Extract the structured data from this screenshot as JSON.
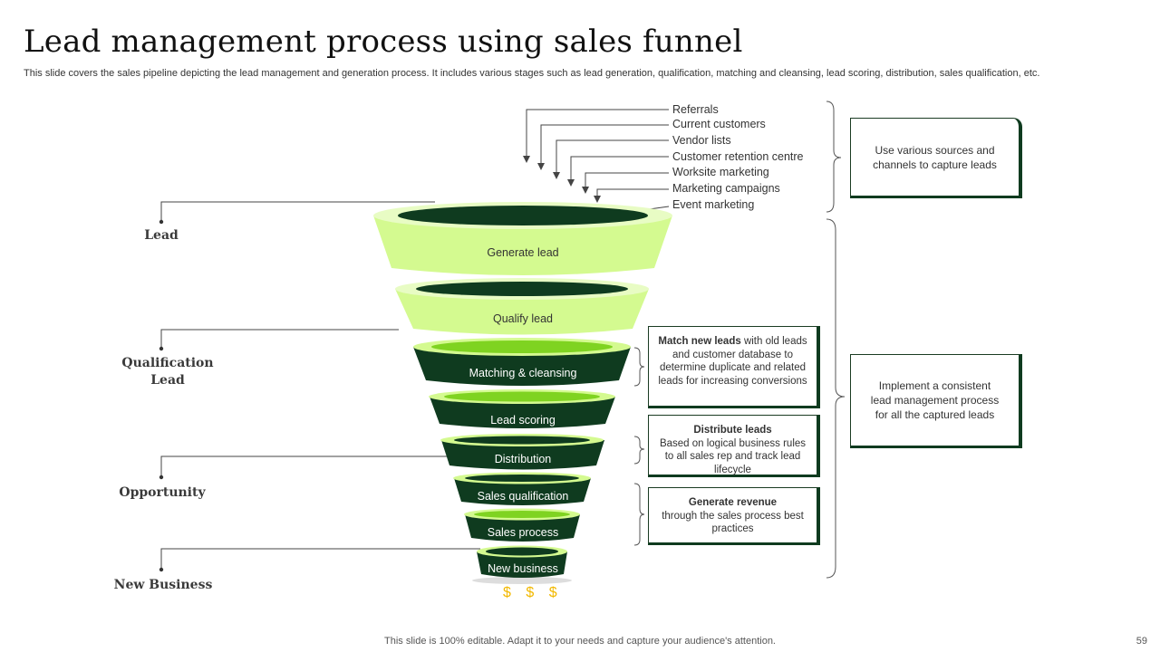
{
  "title": "Lead management process using sales funnel",
  "subtitle": "This slide covers the sales pipeline depicting the lead management and generation process. It includes various stages such as lead generation, qualification, matching and cleansing, lead scoring, distribution, sales qualification, etc.",
  "stages_left": [
    "Lead",
    "Qualification\nLead",
    "Opportunity",
    "New Business"
  ],
  "sources": [
    "Referrals",
    "Current  customers",
    "Vendor lists",
    "Customer retention centre",
    "Worksite marketing",
    "Marketing campaigns",
    "Event marketing"
  ],
  "funnel": [
    "Generate  lead",
    "Qualify lead",
    "Matching & cleansing",
    "Lead scoring",
    "Distribution",
    "Sales qualification",
    "Sales process",
    "New business"
  ],
  "info_boxes": [
    {
      "bold": "Match new leads",
      "text": " with old leads and customer database to determine duplicate and related leads for increasing conversions"
    },
    {
      "bold": "Distribute leads",
      "text": "Based on logical business rules to all sales rep and track lead lifecycle"
    },
    {
      "bold": "Generate revenue",
      "text": "through the sales process best practices"
    }
  ],
  "right_boxes": [
    "Use various  sources and channels to capture leads",
    "Implement  a consistent lead management process for all the captured leads"
  ],
  "dollars": "$ $ $",
  "footer": "This slide is 100% editable. Adapt it to your needs and capture your audience's attention.",
  "page_number": "59",
  "colors": {
    "dark_green": "#0f3b1f",
    "light_green": "#d4fa90",
    "bright_green": "#7fd321",
    "gold": "#f2b800"
  }
}
